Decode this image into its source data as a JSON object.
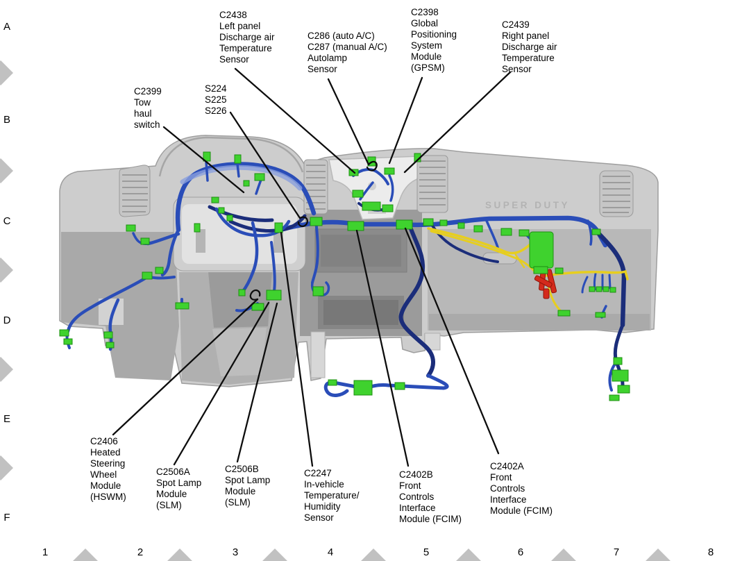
{
  "page": {
    "background": "#ffffff"
  },
  "grid": {
    "row_labels": [
      "A",
      "B",
      "C",
      "D",
      "E",
      "F"
    ],
    "col_labels": [
      "1",
      "2",
      "3",
      "4",
      "5",
      "6",
      "7",
      "8"
    ],
    "marker_color": "#c1c1c1"
  },
  "diagram": {
    "emblem": "SUPER DUTY",
    "callouts": [
      {
        "id": "C2438",
        "text": "C2438\nLeft panel\nDischarge air\nTemperature\nSensor"
      },
      {
        "id": "C286",
        "text": "C286 (auto A/C)\nC287 (manual A/C)\nAutolamp\nSensor"
      },
      {
        "id": "C2398",
        "text": "C2398\nGlobal\nPositioning\nSystem\nModule\n(GPSM)"
      },
      {
        "id": "C2439",
        "text": "C2439\nRight panel\nDischarge air\nTemperature\nSensor"
      },
      {
        "id": "C2399",
        "text": "C2399\nTow\nhaul\nswitch"
      },
      {
        "id": "S224",
        "text": "S224\nS225\nS226"
      },
      {
        "id": "C2406",
        "text": "C2406\nHeated\nSteering\nWheel\nModule\n(HSWM)"
      },
      {
        "id": "C2506A",
        "text": "C2506A\nSpot Lamp\nModule\n(SLM)"
      },
      {
        "id": "C2506B",
        "text": "C2506B\nSpot Lamp\nModule\n(SLM)"
      },
      {
        "id": "C2247",
        "text": "C2247\nIn-vehicle\nTemperature/\nHumidity\nSensor"
      },
      {
        "id": "C2402B",
        "text": "C2402B\nFront\nControls\nInterface\nModule (FCIM)"
      },
      {
        "id": "C2402A",
        "text": "C2402A\nFront\nControls\nInterface\nModule (FCIM)"
      }
    ],
    "colors": {
      "harness_blue": "#2a4db8",
      "harness_navy": "#1b2d7a",
      "connector_green": "#3fd22e",
      "wire_yellow": "#e7ce1e",
      "accent_red": "#d42a1c",
      "dash_gray": "#c9c9c9",
      "leader_line": "#0d0d0d"
    }
  }
}
